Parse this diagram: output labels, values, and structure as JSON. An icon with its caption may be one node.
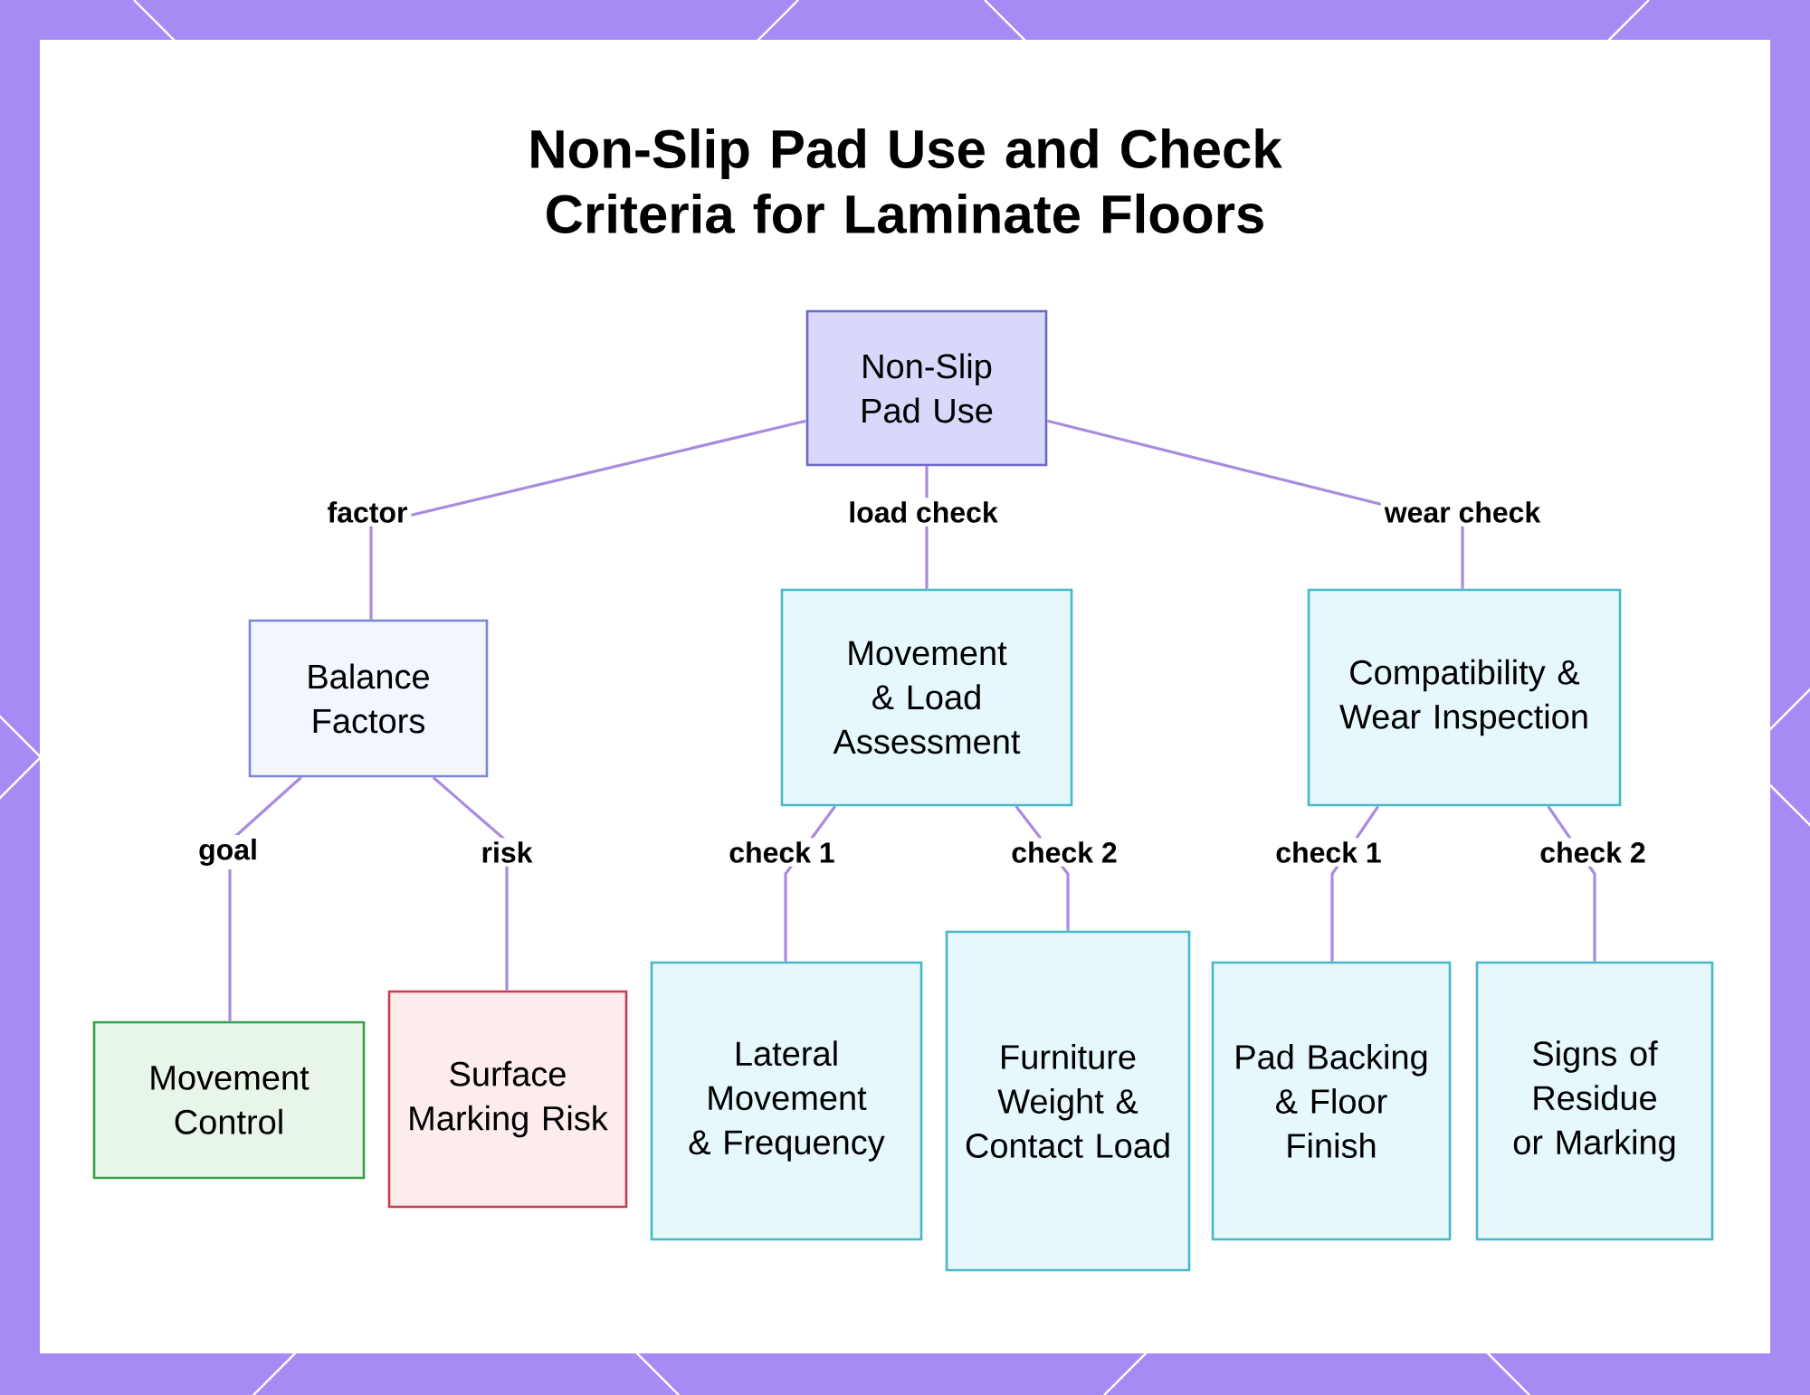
{
  "diagram": {
    "title": "Non-Slip Pad Use and Check Criteria for Laminate Floors",
    "nodes": [
      {
        "text": [
          "Non-Slip Pad Use"
        ]
      },
      {
        "text": [
          "Balance Factors"
        ]
      },
      {
        "text": [
          "Movement & Load Assessment"
        ]
      },
      {
        "text": [
          "Compatibility & Wear Inspection"
        ]
      },
      {
        "text": [
          "Movement Control"
        ]
      },
      {
        "text": [
          "Surface Marking Risk"
        ]
      },
      {
        "text": [
          "Lateral Movement & Frequency"
        ]
      },
      {
        "text": [
          "Furniture Weight & Contact Load"
        ]
      },
      {
        "text": [
          "Pad Backing & Floor Finish"
        ]
      },
      {
        "text": [
          "Signs of Residue or Marking"
        ]
      }
    ],
    "edges": [
      {
        "from": 0,
        "to": 1,
        "arrow": "none",
        "label": "factor"
      },
      {
        "from": 0,
        "to": 2,
        "arrow": "none",
        "label": "load check"
      },
      {
        "from": 0,
        "to": 3,
        "arrow": "none",
        "label": "wear check"
      },
      {
        "from": 1,
        "to": 4,
        "arrow": "none",
        "label": "goal"
      },
      {
        "from": 1,
        "to": 5,
        "arrow": "none",
        "label": "risk"
      },
      {
        "from": 2,
        "to": 6,
        "arrow": "none",
        "label": "check 1"
      },
      {
        "from": 2,
        "to": 7,
        "arrow": "none",
        "label": "check 2"
      },
      {
        "from": 3,
        "to": 8,
        "arrow": "none",
        "label": "check 1"
      },
      {
        "from": 3,
        "to": 9,
        "arrow": "none",
        "label": "check 2"
      }
    ]
  }
}
